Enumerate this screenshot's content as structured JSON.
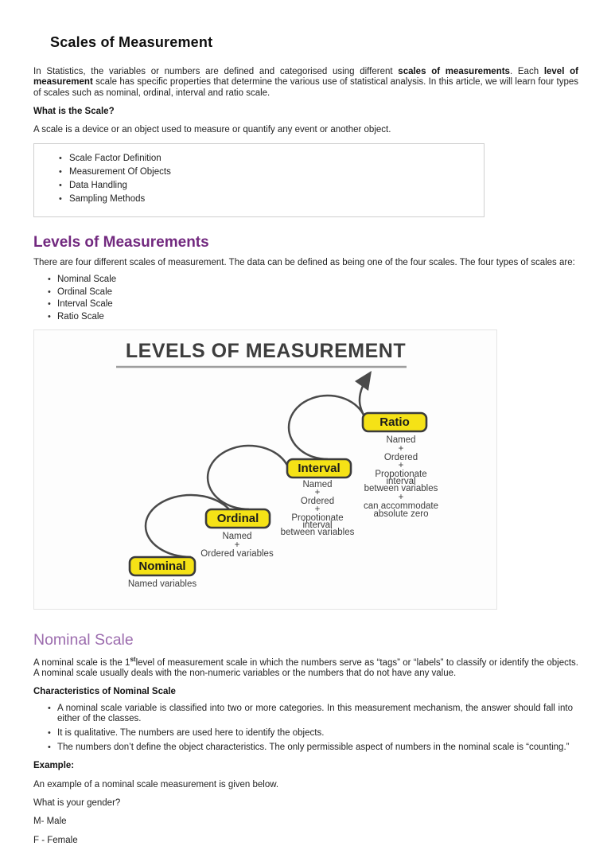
{
  "doc": {
    "title": "Scales of Measurement",
    "intro": {
      "t1": "In Statistics, the variables or numbers are defined and categorised using different ",
      "b1": "scales of measurements",
      "t2": ". Each ",
      "b2": "level of measurement",
      "t3": " scale has specific properties that determine the various use of statistical analysis. In this article, we will learn four types of scales such as nominal, ordinal, interval and ratio scale."
    },
    "what_is_scale_heading": "What is the Scale?",
    "what_is_scale_text": "A scale is a device or an object used to measure or quantify any event or another object.",
    "scale_box_items": [
      "Scale Factor Definition",
      "Measurement Of Objects",
      "Data Handling",
      "Sampling Methods"
    ],
    "levels_heading": "Levels of Measurements",
    "levels_intro": "There are four different scales of measurement. The data can be defined as being one of the four scales. The four types of scales are:",
    "levels_list": [
      "Nominal Scale",
      "Ordinal Scale",
      "Interval Scale",
      "Ratio Scale"
    ],
    "nominal": {
      "heading": "Nominal Scale",
      "p1a": "A nominal scale is the 1",
      "p1sup": "st",
      "p1b": "level of measurement scale in which the numbers serve as “tags” or “labels” to classify or identify the objects. A nominal scale usually deals with the non-numeric variables or the numbers that do not have any value.",
      "characteristics_heading": "Characteristics of Nominal Scale",
      "characteristics": [
        "A nominal scale variable is classified into two or more categories. In this measurement mechanism, the answer should fall into either of the classes.",
        "It is qualitative. The numbers are used here to identify the objects.",
        "The numbers don’t define the object characteristics. The only permissible aspect of numbers in the nominal scale is “counting.”"
      ],
      "example_heading": "Example:",
      "example_line": "An example of a nominal scale measurement is given below.",
      "gender_question": "What is your gender?",
      "male_line": "M- Male",
      "female_line": "F - Female"
    }
  },
  "diagram": {
    "title": "LEVELS OF MEASUREMENT",
    "levels": [
      {
        "label": "Nominal",
        "notes": [
          "Named variables"
        ]
      },
      {
        "label": "Ordinal",
        "notes": [
          "Named",
          "+",
          "Ordered variables"
        ]
      },
      {
        "label": "Interval",
        "notes": [
          "Named",
          "+",
          "Ordered",
          "+",
          "Propotionate",
          "interval",
          "between variables"
        ]
      },
      {
        "label": "Ratio",
        "notes": [
          "Named",
          "+",
          "Ordered",
          "+",
          "Propotionate",
          "interval",
          "between variables",
          "+",
          "can accommodate",
          "absolute zero"
        ]
      }
    ]
  },
  "colors": {
    "heading_purple": "#72297F",
    "subheading_purple": "#9C6CAE",
    "diagram_yellow": "#F5E216"
  }
}
